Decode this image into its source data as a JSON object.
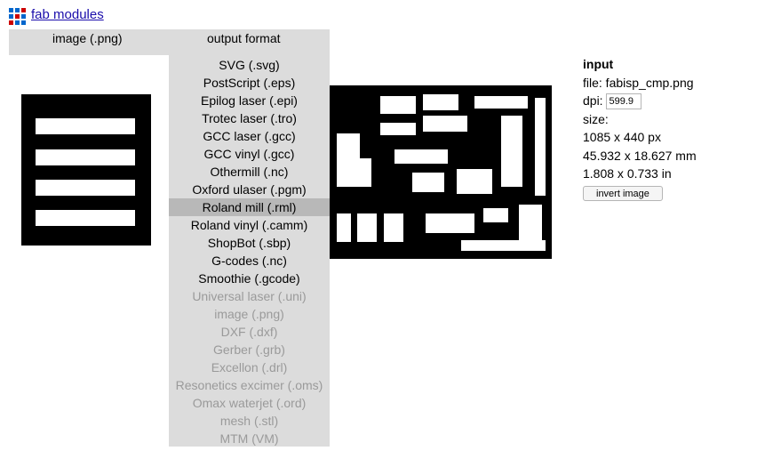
{
  "app": {
    "title": "fab modules",
    "logo_icon": "grid-logo-icon",
    "logo_colors": [
      "#0066cc",
      "#cc0000"
    ]
  },
  "menu": {
    "input_label": "image (.png)",
    "output_label": "output format"
  },
  "output_formats": [
    {
      "label": "SVG (.svg)",
      "enabled": true,
      "selected": false
    },
    {
      "label": "PostScript (.eps)",
      "enabled": true,
      "selected": false
    },
    {
      "label": "Epilog laser (.epi)",
      "enabled": true,
      "selected": false
    },
    {
      "label": "Trotec laser (.tro)",
      "enabled": true,
      "selected": false
    },
    {
      "label": "GCC laser (.gcc)",
      "enabled": true,
      "selected": false
    },
    {
      "label": "GCC vinyl (.gcc)",
      "enabled": true,
      "selected": false
    },
    {
      "label": "Othermill (.nc)",
      "enabled": true,
      "selected": false
    },
    {
      "label": "Oxford ulaser (.pgm)",
      "enabled": true,
      "selected": false
    },
    {
      "label": "Roland mill (.rml)",
      "enabled": true,
      "selected": true
    },
    {
      "label": "Roland vinyl (.camm)",
      "enabled": true,
      "selected": false
    },
    {
      "label": "ShopBot (.sbp)",
      "enabled": true,
      "selected": false
    },
    {
      "label": "G-codes (.nc)",
      "enabled": true,
      "selected": false
    },
    {
      "label": "Smoothie (.gcode)",
      "enabled": true,
      "selected": false
    },
    {
      "label": "Universal laser (.uni)",
      "enabled": false,
      "selected": false
    },
    {
      "label": "image (.png)",
      "enabled": false,
      "selected": false
    },
    {
      "label": "DXF (.dxf)",
      "enabled": false,
      "selected": false
    },
    {
      "label": "Gerber (.grb)",
      "enabled": false,
      "selected": false
    },
    {
      "label": "Excellon (.drl)",
      "enabled": false,
      "selected": false
    },
    {
      "label": "Resonetics excimer (.oms)",
      "enabled": false,
      "selected": false
    },
    {
      "label": "Omax waterjet (.ord)",
      "enabled": false,
      "selected": false
    },
    {
      "label": "mesh (.stl)",
      "enabled": false,
      "selected": false
    },
    {
      "label": "MTM (VM)",
      "enabled": false,
      "selected": false
    }
  ],
  "input_panel": {
    "heading": "input",
    "file": "file: fabisp_cmp.png",
    "dpi_label": "dpi:",
    "dpi_value": "599.9",
    "size_label": "size:",
    "size_px": "1085 x 440 px",
    "size_mm": "45.932 x 18.627 mm",
    "size_in": "1.808 x 0.733 in",
    "invert_label": "invert image"
  },
  "colors": {
    "menu_bg": "#dcdcdc",
    "selected_bg": "#b8b8b8",
    "disabled_text": "#9a9a9a",
    "link": "#1a0dab"
  }
}
